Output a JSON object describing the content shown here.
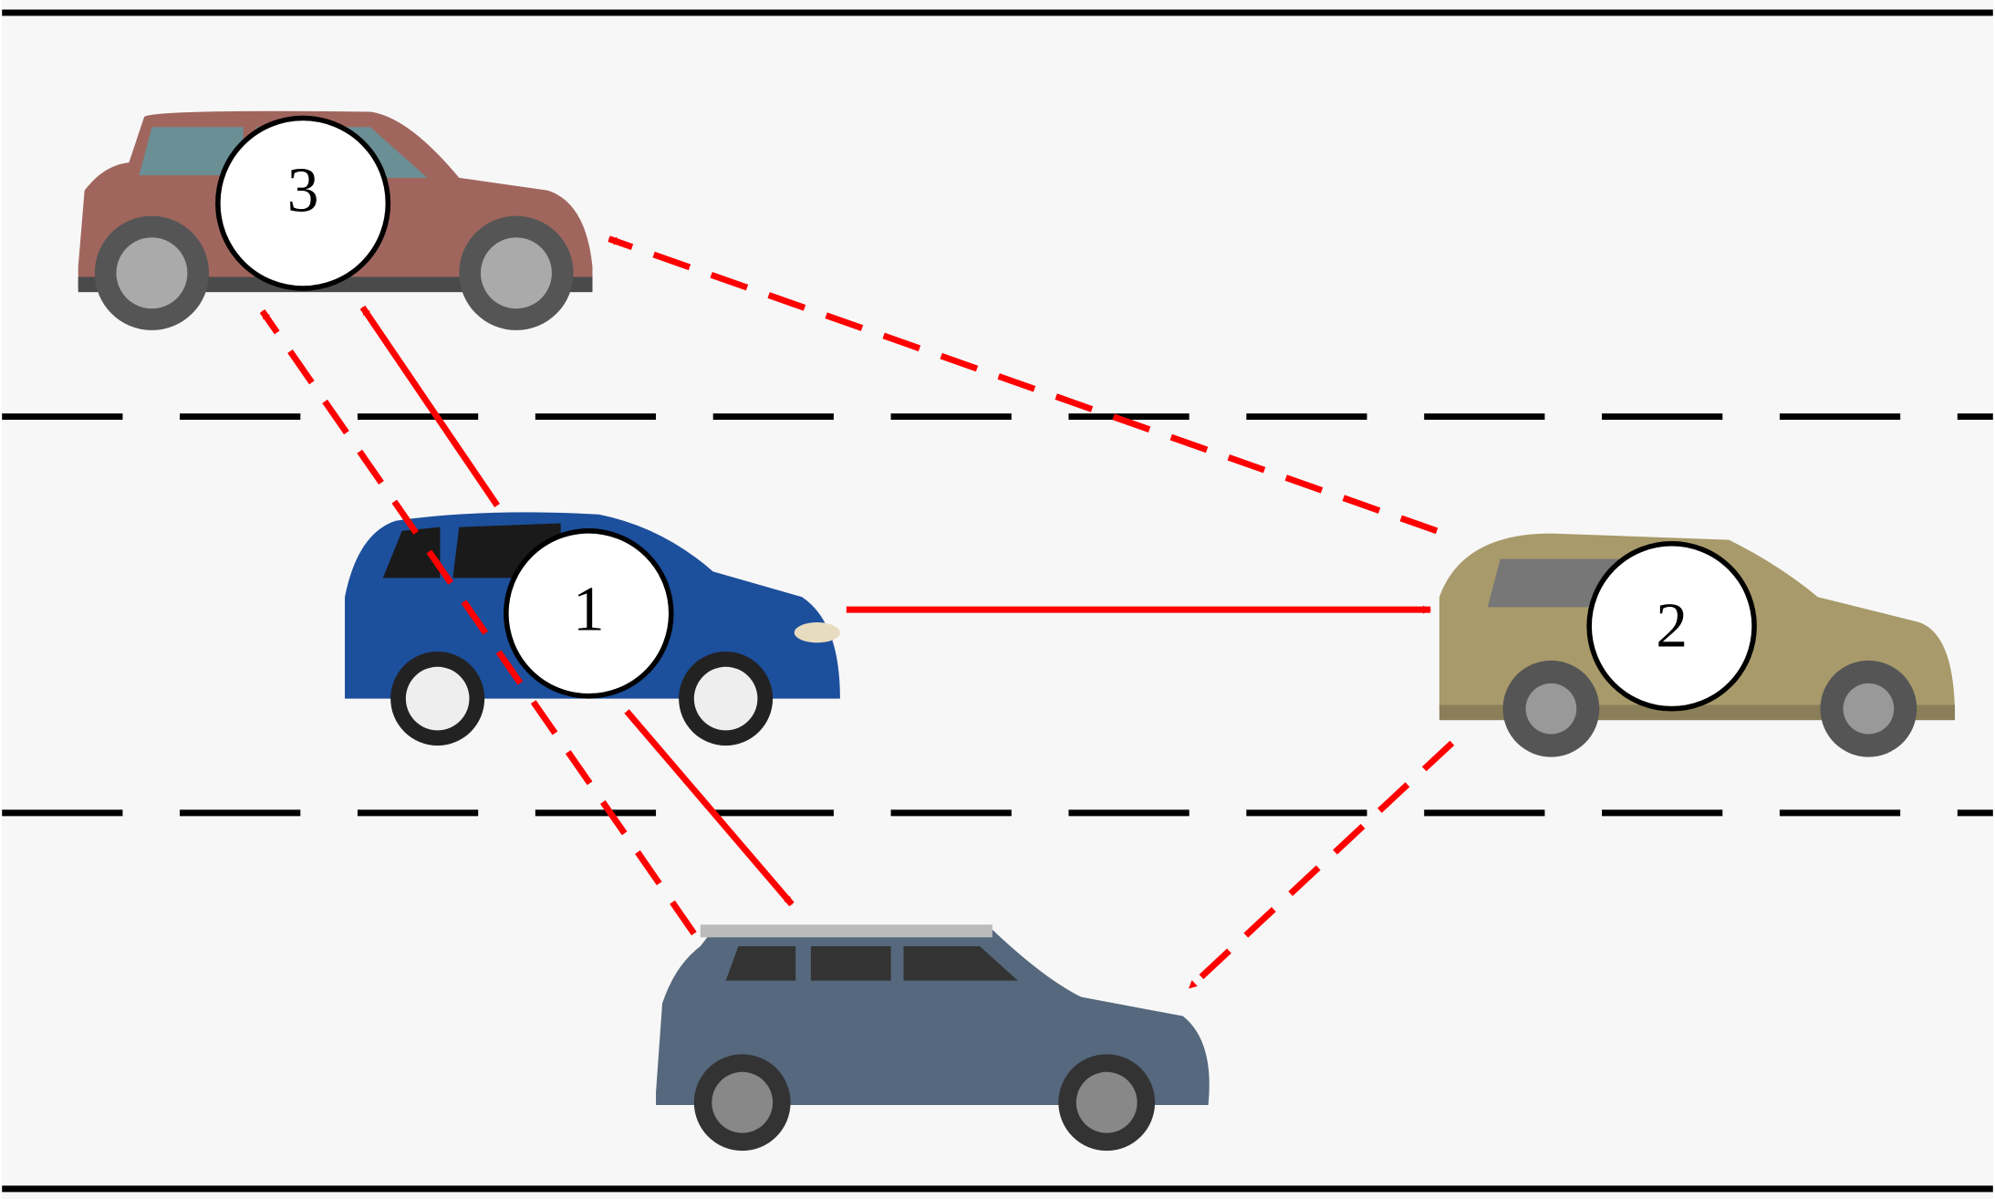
{
  "vehicles": [
    {
      "id": "1",
      "label": "1",
      "body_color": "#1c4f9c"
    },
    {
      "id": "2",
      "label": "2",
      "body_color": "#a89a6a"
    },
    {
      "id": "3",
      "label": "3",
      "body_color": "#a0665e"
    },
    {
      "id": "4",
      "label": "",
      "body_color": "#55687d"
    }
  ],
  "colors": {
    "arrow": "#ff0000",
    "road_line": "#000000",
    "background": "#f7f7f7"
  }
}
